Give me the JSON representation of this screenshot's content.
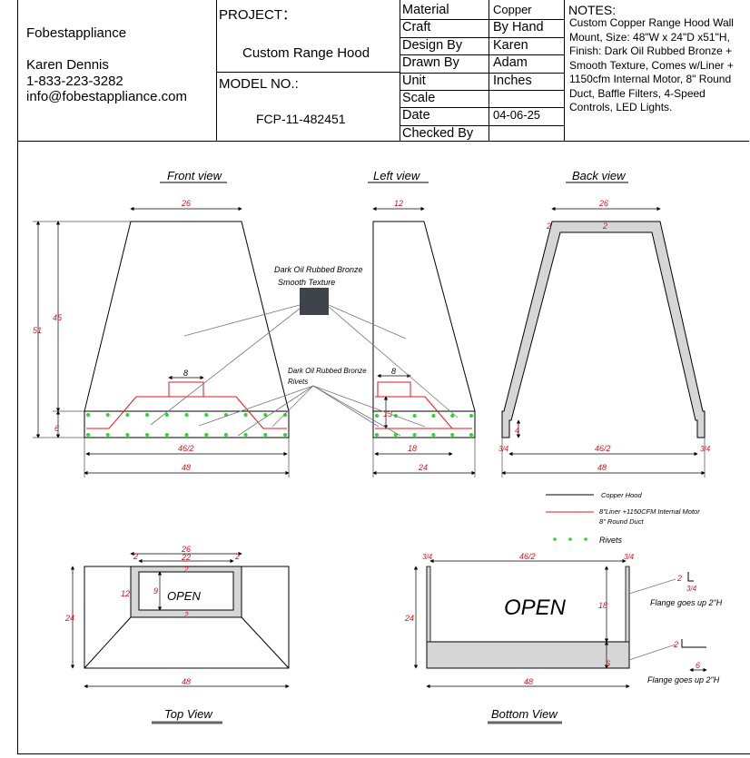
{
  "company": {
    "name": "Fobestappliance",
    "contact": "Karen Dennis",
    "phone": "1-833-223-3282",
    "email": "info@fobestappliance.com"
  },
  "project": {
    "label": "PROJECT：",
    "value": "Custom Range Hood",
    "model_label": "MODEL NO.:",
    "model_value": "FCP-11-482451"
  },
  "specs": [
    {
      "label": "Material",
      "value": "Copper"
    },
    {
      "label": "Craft",
      "value": "By Hand"
    },
    {
      "label": "Design By",
      "value": "Karen"
    },
    {
      "label": "Drawn By",
      "value": "Adam"
    },
    {
      "label": "Unit",
      "value": "Inches"
    },
    {
      "label": "Scale",
      "value": ""
    },
    {
      "label": "Date",
      "value": "04-06-25"
    },
    {
      "label": "Checked By",
      "value": ""
    }
  ],
  "notes": {
    "title": "NOTES:",
    "lines": [
      "Custom Copper Range Hood Wall",
      "Mount, Size: 48\"W x 24\"D x51\"H,",
      "Finish: Dark Oil Rubbed Bronze +",
      "Smooth Texture, Comes w/Liner +",
      "1150cfm Internal Motor, 8\" Round",
      "Duct, Baffle Filters, 4-Speed",
      "Controls, LED Lights."
    ]
  },
  "views": {
    "front": "Front view",
    "left": "Left view",
    "back": "Back view",
    "top": "Top View",
    "bottom": "Bottom View"
  },
  "callouts": {
    "finish_line1": "Dark Oil Rubbed Bronze",
    "finish_line2": "Smooth Texture",
    "rivets_line1": "Dark Oil Rubbed Bronze",
    "rivets_line2": "Rivets",
    "open": "OPEN",
    "flange1": "Flange goes up 2\"H",
    "flange2": "Flange goes up 2\"H"
  },
  "legend": {
    "hood": "Copper Hood",
    "liner_line1": "8\"Liner +1150CFM Internal Motor",
    "liner_line2": "8\" Round Duct",
    "rivets": "Rivets"
  },
  "dims": {
    "front_top": "26",
    "front_height": "51",
    "front_upper": "45",
    "front_lower": "6",
    "front_duct": "8",
    "front_inner": "46/2",
    "front_width": "48",
    "left_top": "12",
    "left_duct": "8",
    "left_liner": "13",
    "left_bottom_inner": "18",
    "left_width": "24",
    "back_top": "26",
    "back_wall": "2",
    "back_wall2": "2",
    "back_step": "4",
    "back_flange_l": "3/4",
    "back_inner": "46/2",
    "back_flange_r": "3/4",
    "back_width": "48",
    "top_outer": "26",
    "top_inner": "22",
    "top_wall_l": "2",
    "top_wall_r": "2",
    "top_wall_t": "2",
    "top_wall_b": "2",
    "top_opening_h": "12",
    "top_inner_h": "9",
    "top_depth": "24",
    "top_width": "48",
    "bot_flange_l": "3/4",
    "bot_inner": "46/2",
    "bot_flange_r": "3/4",
    "bot_depth": "24",
    "bot_open_h": "18",
    "bot_shelf": "6",
    "bot_width": "48",
    "flange1_a": "2",
    "flange1_b": "3/4",
    "flange2_a": "2",
    "flange2_b": "6"
  },
  "colors": {
    "hood": "#000000",
    "liner": "#e8141b",
    "rivets": "#22dd22",
    "dims": "#d9141b",
    "swatch": "#3f444b",
    "fill": "#d6d6d6"
  }
}
